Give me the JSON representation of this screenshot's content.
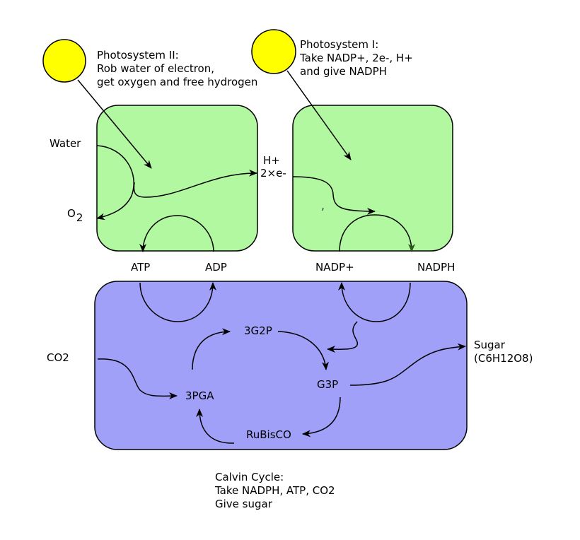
{
  "photosystem_ii": {
    "lines": [
      "Photosystem II:",
      "Rob water of electron,",
      "get oxygen and free hydrogen"
    ]
  },
  "photosystem_i": {
    "lines": [
      "Photosystem I:",
      "Take NADP+, 2e-, H+",
      "and give NADPH"
    ]
  },
  "labels": {
    "water": "Water",
    "o2_main": "O",
    "o2_sub": "2",
    "h_plus": "H+",
    "electrons": "2×e-",
    "atp": "ATP",
    "adp": "ADP",
    "nadp_plus": "NADP+",
    "nadph": "NADPH",
    "co2": "CO2",
    "g3p_3": "3G2P",
    "pga": "3PGA",
    "g3p": "G3P",
    "rubisco": "RuBisCO",
    "sugar": "Sugar",
    "sugar_formula": "(C6H12O8)"
  },
  "calvin": {
    "lines": [
      "Calvin Cycle:",
      "Take NADPH, ATP, CO2",
      "Give sugar"
    ]
  },
  "colors": {
    "sun": "#ffff00",
    "photosystem_box": "#b2f8a0",
    "calvin_box": "#a0a0f8",
    "stroke": "#000000"
  }
}
